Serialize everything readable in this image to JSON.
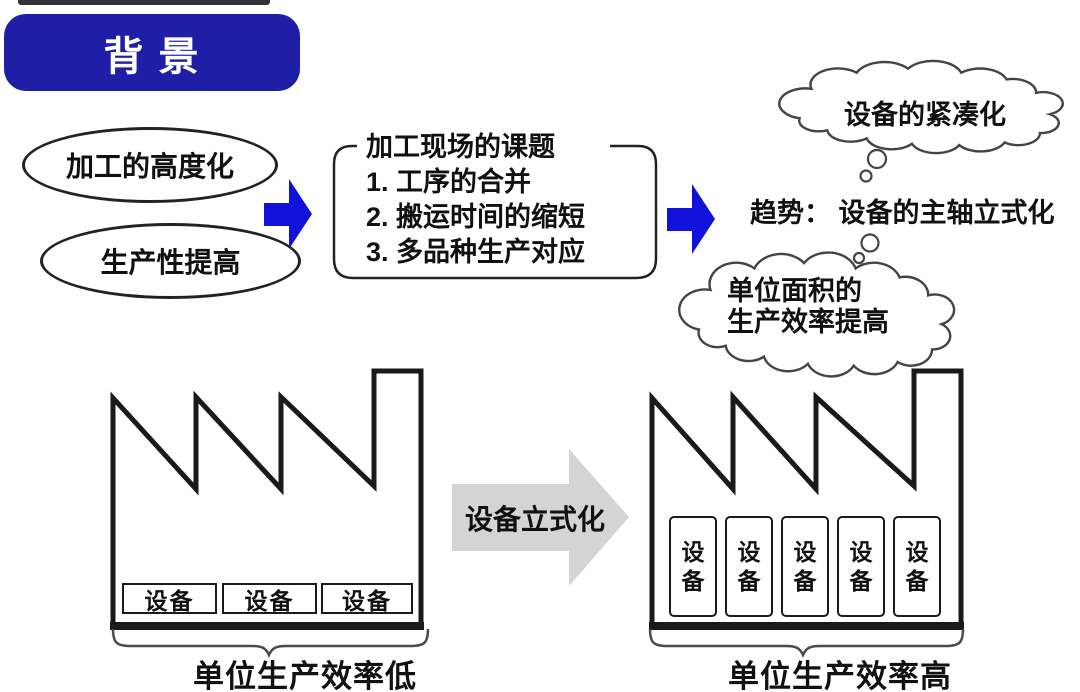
{
  "header": {
    "badge_label": "背 景"
  },
  "drivers": {
    "ellipse1": "加工的高度化",
    "ellipse2": "生产性提高"
  },
  "issues_box": {
    "title": "加工现场的课题",
    "items": [
      "1. 工序的合并",
      "2. 搬运时间的缩短",
      "3. 多品种生产对应"
    ]
  },
  "trend": {
    "label": "趋势： 设备的主轴立式化"
  },
  "clouds": {
    "compact": {
      "text": "设备的紧凑化"
    },
    "efficiency": {
      "line1": "单位面积的",
      "line2": "生产效率提高"
    }
  },
  "transition": {
    "arrow_label": "设备立式化"
  },
  "factories": {
    "left": {
      "equipment": [
        "设备",
        "设备",
        "设备"
      ],
      "caption": "单位生产效率低"
    },
    "right": {
      "equipment": [
        "设备",
        "设备",
        "设备",
        "设备",
        "设备"
      ],
      "caption": "单位生产效率高"
    }
  },
  "colors": {
    "badge_blue": "#1e1ea6",
    "arrow_blue": "#1212dd",
    "gray_arrow": "#d4d4d4",
    "outline_black": "#1a1a1a",
    "cloud_stroke": "#444444",
    "brace_gray": "#4a4a4a"
  }
}
